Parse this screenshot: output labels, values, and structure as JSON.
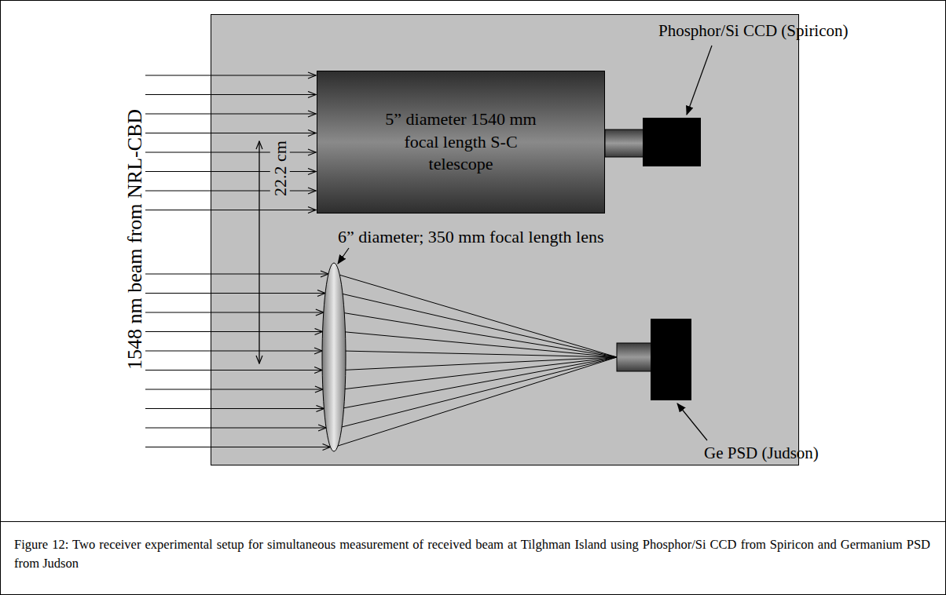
{
  "diagram": {
    "caption": "Figure 12:  Two receiver experimental setup for simultaneous measurement of received beam at Tilghman Island using Phosphor/Si CCD from Spiricon and Germanium PSD from Judson",
    "nodes": [
      {
        "text": [
          "5” diameter 1540 mm focal length S-C telescope"
        ]
      }
    ],
    "labels": [
      "1548 nm beam from NRL-CBD",
      "22.2 cm",
      "Phosphor/Si CCD (Spiricon)",
      "6” diameter; 350 mm focal length lens",
      "Ge PSD (Judson)"
    ]
  }
}
